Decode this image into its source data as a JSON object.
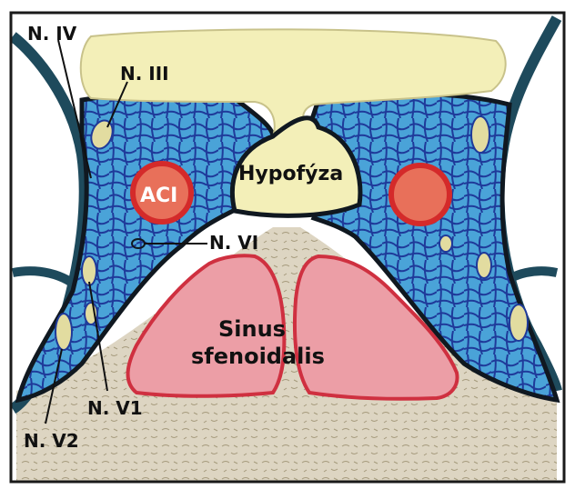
{
  "labels": {
    "n_iv": "N. IV",
    "n_iii": "N. III",
    "hypofyza": "Hypofýza",
    "aci": "ACI",
    "n_vi": "N. VI",
    "sinus_line1": "Sinus",
    "sinus_line2": "sfenoidalis",
    "n_v1": "N. V1",
    "n_v2": "N. V2"
  },
  "colors": {
    "frame": "#1a1a1a",
    "sinus_cavernosus_fill": "#4aa3d8",
    "sinus_cavernosus_mesh": "#1f3a9a",
    "outline": "#101820",
    "hypophysis": "#f3efb8",
    "artery_fill": "#e8705a",
    "artery_ring": "#d42a2a",
    "sphenoid_sinus_fill": "#ec9ea6",
    "sphenoid_sinus_ring": "#cf3040",
    "bone": "#d9d0bc",
    "nerve_fill": "#e2dca0",
    "dura_veins": "#1e4a5c"
  }
}
